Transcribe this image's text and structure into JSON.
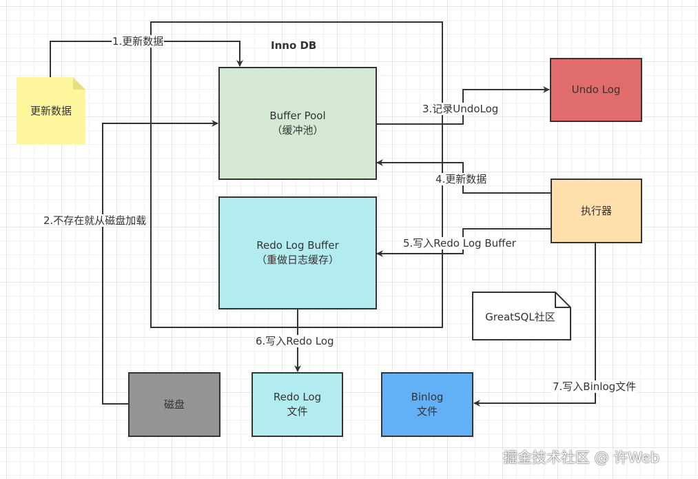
{
  "diagram": {
    "innodb_title": "Inno DB",
    "nodes": {
      "update_note": {
        "text": "更新数据",
        "color": "#fff79e"
      },
      "buffer_pool": {
        "line1": "Buffer Pool",
        "line2": "（缓冲池）",
        "color": "#d5e8d4"
      },
      "redo_log_buffer": {
        "line1": "Redo Log Buffer",
        "line2": "（重做日志缓存）",
        "color": "#b3ecf0"
      },
      "undo_log": {
        "text": "Undo Log",
        "color": "#e06c6c"
      },
      "executor": {
        "text": "执行器",
        "color": "#ffe0ad"
      },
      "disk": {
        "text": "磁盘",
        "color": "#959595"
      },
      "redo_log_file": {
        "line1": "Redo Log",
        "line2": "文件",
        "color": "#b3ecf0"
      },
      "binlog_file": {
        "line1": "Binlog",
        "line2": "文件",
        "color": "#62b0f5"
      },
      "greatsql_note": {
        "text": "GreatSQL社区"
      }
    },
    "edges": {
      "e1": "1.更新数据",
      "e2": "2.不存在就从磁盘加载",
      "e3": "3.记录UndoLog",
      "e4": "4.更新数据",
      "e5": "5.写入Redo Log Buffer",
      "e6": "6.写入Redo Log",
      "e7": "7.写入Binlog文件"
    },
    "line_color": "#333333"
  },
  "watermark": "掘金技术社区 @ 许Web"
}
